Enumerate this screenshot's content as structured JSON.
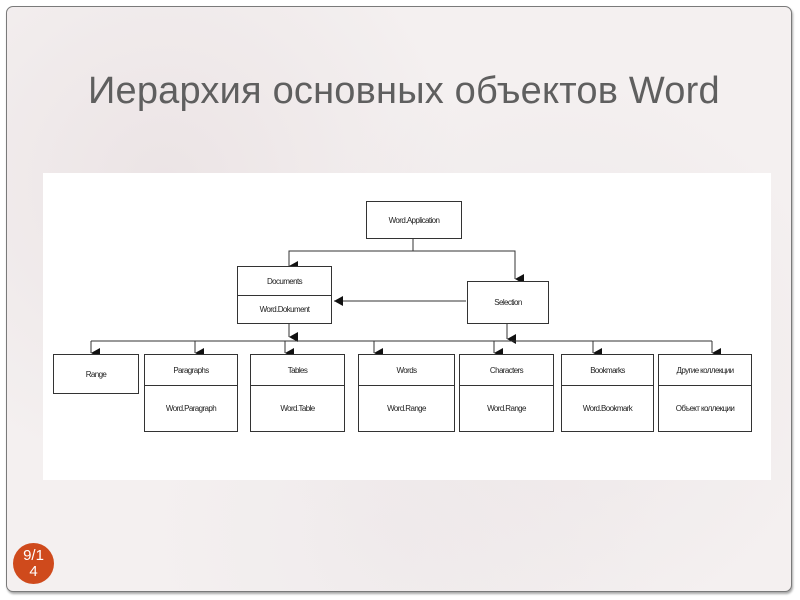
{
  "slide": {
    "title": "Иерархия основных объектов Word",
    "page_badge": {
      "line1": "9/1",
      "line2": "4",
      "color": "#cf4a1c"
    }
  },
  "diagram": {
    "root": {
      "label": "Word.Application"
    },
    "documents": {
      "collection": "Documents",
      "object": "Word.Dokument"
    },
    "selection": {
      "label": "Selection"
    },
    "children": [
      {
        "collection": "Range",
        "object": null
      },
      {
        "collection": "Paragraphs",
        "object": "Word.Paragraph"
      },
      {
        "collection": "Tables",
        "object": "Word.Table"
      },
      {
        "collection": "Words",
        "object": "Word.Range"
      },
      {
        "collection": "Characters",
        "object": "Word.Range"
      },
      {
        "collection": "Bookmarks",
        "object": "Word.Bookmark"
      },
      {
        "collection": "Другие коллекции",
        "object": "Объект коллекции"
      }
    ]
  }
}
